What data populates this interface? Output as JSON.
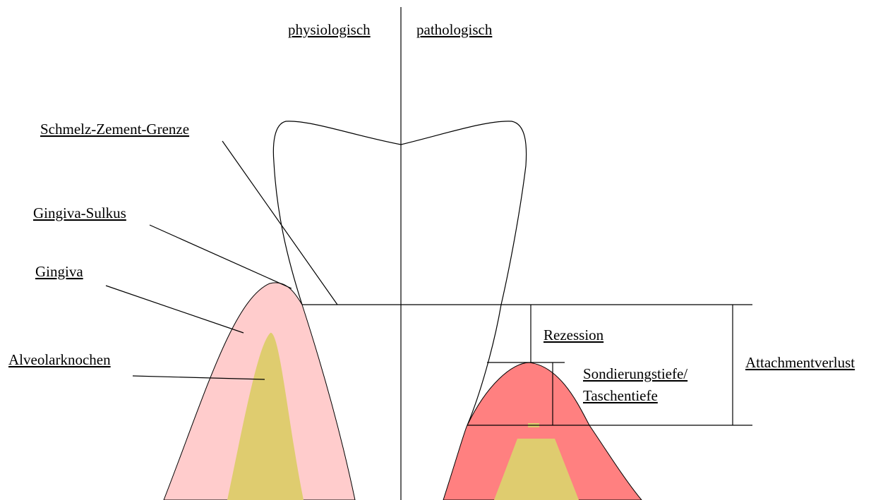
{
  "headers": {
    "left": "physiologisch",
    "right": "pathologisch"
  },
  "labels": {
    "cej": "Schmelz-Zement-Grenze",
    "sulcus": "Gingiva-Sulkus",
    "gingiva": "Gingiva",
    "bone": "Alveolarknochen",
    "recession": "Rezession",
    "probing_line1": "Sondierungstiefe/",
    "probing_line2": "Taschentiefe",
    "attachment_loss": "Attachmentverlust"
  },
  "colors": {
    "gingiva_healthy": "#ffcccc",
    "gingiva_inflamed": "#ff8080",
    "bone": "#dfcc6f",
    "line": "#000000"
  }
}
